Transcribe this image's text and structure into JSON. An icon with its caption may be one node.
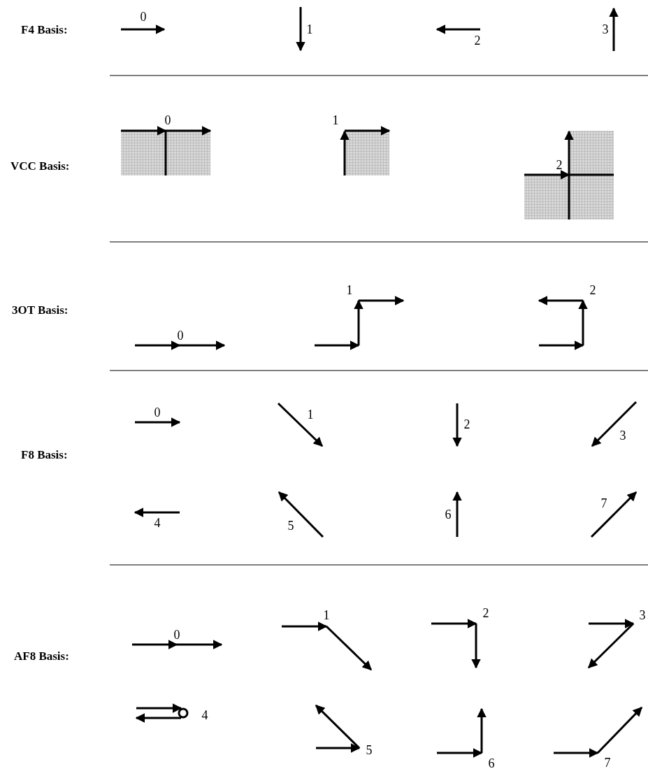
{
  "diagram": {
    "labels": [
      "F4 Basis:",
      "0",
      "1",
      "2",
      "3",
      "VCC Basis:",
      "0",
      "1",
      "2",
      "3OT Basis:",
      "0",
      "1",
      "2",
      "F8 Basis:",
      "0",
      "1",
      "2",
      "3",
      "4",
      "5",
      "6",
      "7",
      "AF8 Basis:",
      "0",
      "1",
      "2",
      "3",
      "4",
      "5",
      "6",
      "7"
    ]
  }
}
